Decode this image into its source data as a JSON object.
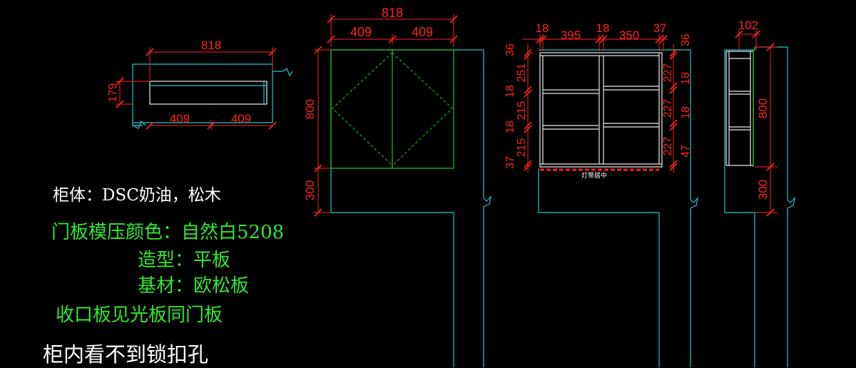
{
  "colors": {
    "background": "#000000",
    "outline_cyan": "#1ec8c8",
    "door_green": "#22c022",
    "dimension_red": "#ff2222",
    "shelf_white": "#e8e8e8",
    "note_white": "#ffffff",
    "note_green": "#2ee82e"
  },
  "plan_view": {
    "width_total": "818",
    "half_left": "409",
    "half_right": "409",
    "depth": "179"
  },
  "front_view": {
    "width_total": "818",
    "door_left": "409",
    "door_right": "409",
    "cabinet_height": "800",
    "bottom_gap": "300"
  },
  "interior_view": {
    "top_dims": [
      "18",
      "395",
      "18",
      "350",
      "37"
    ],
    "left_dims": [
      "36",
      "251",
      "18",
      "215",
      "18",
      "215",
      "37"
    ],
    "right_dims": [
      "36",
      "227",
      "18",
      "227",
      "18",
      "227",
      "47"
    ],
    "light_strip_label": "灯带居中"
  },
  "side_view": {
    "depth": "102",
    "height": "800",
    "bottom_gap": "300"
  },
  "notes": {
    "body_material": "柜体：DSC奶油，松木",
    "door_color": "门板模压颜色：自然白5208",
    "style": "造型：平板",
    "substrate": "基材：欧松板",
    "edge_board": "收口板见光板同门板",
    "lock_note": "柜内看不到锁扣孔"
  }
}
